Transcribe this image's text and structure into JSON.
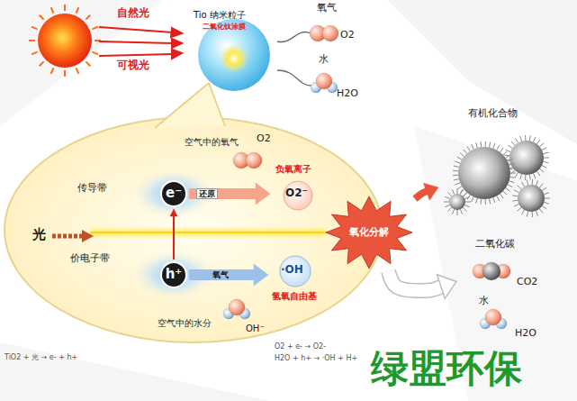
{
  "diagram": {
    "nodes": [
      {
        "text": [
          "Tio 纳米粒子",
          "二氧化钛涂膜"
        ]
      },
      {
        "text": [
          "氧气",
          "O2"
        ]
      },
      {
        "text": [
          "水",
          "H2O"
        ]
      },
      {
        "text": [
          "空气中的氧气",
          "O2"
        ]
      },
      {
        "text": [
          "e⁻"
        ]
      },
      {
        "text": [
          "负氧离子",
          "O2⁻"
        ]
      },
      {
        "text": [
          "h⁺"
        ]
      },
      {
        "text": [
          "·OH",
          "氢氧自由基"
        ]
      },
      {
        "text": [
          "空气中的水分",
          "OH⁻"
        ]
      },
      {
        "text": [
          "氧化分解"
        ]
      },
      {
        "text": [
          "有机化合物"
        ]
      },
      {
        "text": [
          "二氧化碳",
          "CO2"
        ]
      },
      {
        "text": [
          "水",
          "H2O"
        ]
      }
    ],
    "edges": [
      {
        "from": 4,
        "to": 5,
        "label": "还原",
        "arrow": "to"
      },
      {
        "from": 6,
        "to": 7,
        "label": "氧气",
        "arrow": "to"
      },
      {
        "from": 6,
        "to": 4,
        "arrow": "to"
      },
      {
        "from": 9,
        "to": 10,
        "arrow": "to"
      },
      {
        "from": 9,
        "to": 11,
        "arrow": "to"
      }
    ],
    "labels": [
      "自然光",
      "可视光",
      "传导带",
      "光",
      "价电子带",
      "TiO2 + 光 → e- + h+",
      "O2 + e- → O2-",
      "H2O + h+ → ·OH + H+",
      "绿盟环保"
    ]
  }
}
